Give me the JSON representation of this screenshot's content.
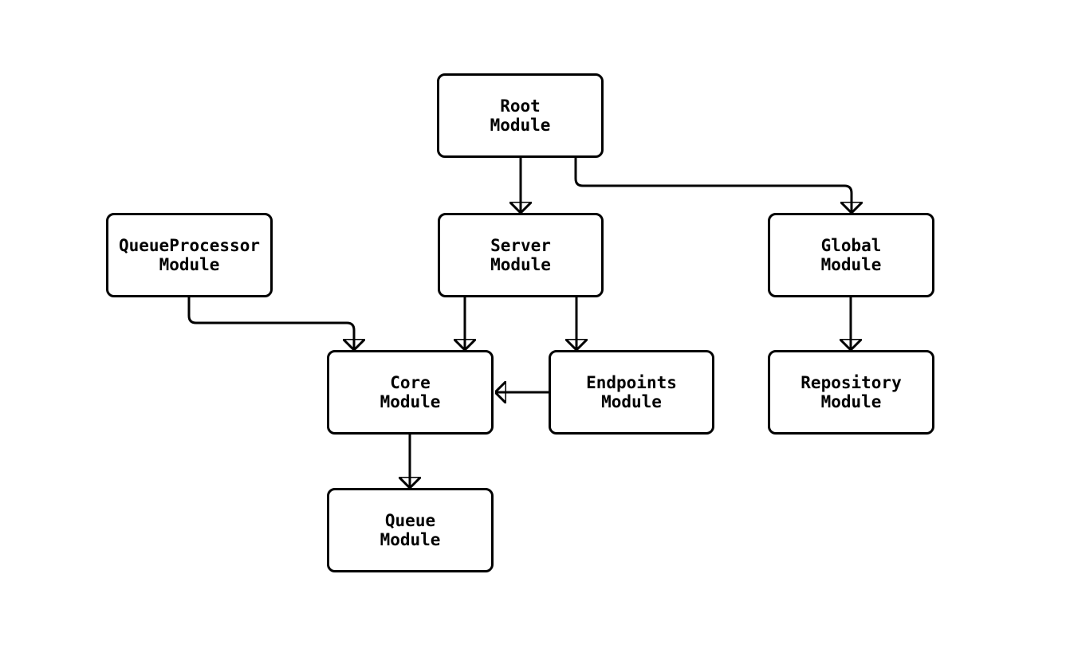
{
  "diagram": {
    "background_color": "#ffffff",
    "node_fill_color": "#ffffff",
    "stroke_color": "#000000",
    "text_color": "#000000",
    "nodes": {
      "root": {
        "line1": "Root",
        "line2": "Module"
      },
      "queueprocessor": {
        "line1": "QueueProcessor",
        "line2": "Module"
      },
      "server": {
        "line1": "Server",
        "line2": "Module"
      },
      "global": {
        "line1": "Global",
        "line2": "Module"
      },
      "core": {
        "line1": "Core",
        "line2": "Module"
      },
      "endpoints": {
        "line1": "Endpoints",
        "line2": "Module"
      },
      "repository": {
        "line1": "Repository",
        "line2": "Module"
      },
      "queue": {
        "line1": "Queue",
        "line2": "Module"
      }
    },
    "edges": [
      {
        "from": "Root Module",
        "to": "Server Module"
      },
      {
        "from": "Root Module",
        "to": "Global Module"
      },
      {
        "from": "QueueProcessor Module",
        "to": "Core Module"
      },
      {
        "from": "Server Module",
        "to": "Core Module"
      },
      {
        "from": "Server Module",
        "to": "Endpoints Module"
      },
      {
        "from": "Endpoints Module",
        "to": "Core Module"
      },
      {
        "from": "Global Module",
        "to": "Repository Module"
      },
      {
        "from": "Core Module",
        "to": "Queue Module"
      }
    ]
  }
}
